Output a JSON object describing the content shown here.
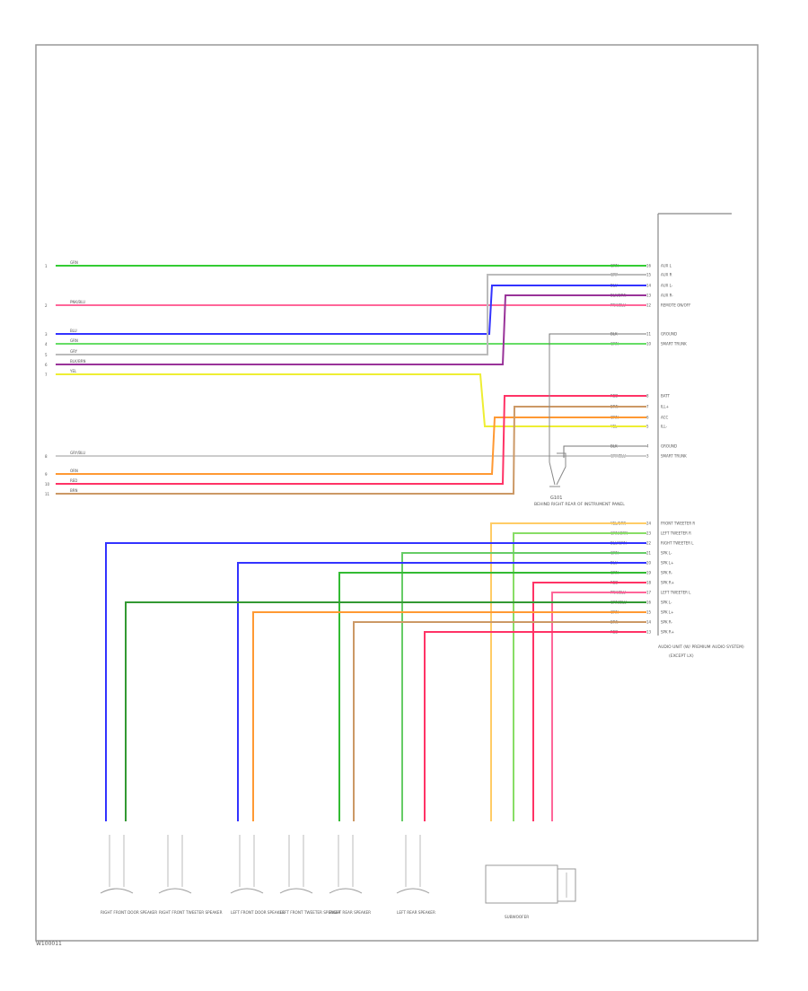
{
  "figure_id": "W100011",
  "left_wires": [
    {
      "pin": "1",
      "label": "GRN",
      "color": "#33cc33"
    },
    {
      "pin": "2",
      "label": "PNK/BLU",
      "color": "#ff6699"
    },
    {
      "pin": "3",
      "label": "BLU",
      "color": "#3333ff"
    },
    {
      "pin": "4",
      "label": "GRN",
      "color": "#66dd66"
    },
    {
      "pin": "5",
      "label": "GRY",
      "color": "#bbbbbb"
    },
    {
      "pin": "6",
      "label": "BLK/BRN",
      "color": "#993399"
    },
    {
      "pin": "7",
      "label": "YEL",
      "color": "#eeee33"
    },
    {
      "pin": "8",
      "label": "GRY/BLU",
      "color": "#cccccc"
    },
    {
      "pin": "9",
      "label": "ORN",
      "color": "#ff9933"
    },
    {
      "pin": "10",
      "label": "RED",
      "color": "#ff3366"
    },
    {
      "pin": "11",
      "label": "BRN",
      "color": "#cc9966"
    }
  ],
  "unit_pins": [
    {
      "wire": "GRN",
      "pin": "16",
      "label": "AUX L"
    },
    {
      "wire": "GRY",
      "pin": "15",
      "label": "AUX R"
    },
    {
      "wire": "BLU",
      "pin": "14",
      "label": "AUX L-"
    },
    {
      "wire": "BLK/BRN",
      "pin": "13",
      "label": "AUX R-"
    },
    {
      "wire": "PNK/BLU",
      "pin": "12",
      "label": "REMOTE ON/OFF"
    },
    {
      "wire": "BLK",
      "pin": "11",
      "label": "GROUND"
    },
    {
      "wire": "GRN",
      "pin": "10",
      "label": "SMART TRUNK"
    },
    {
      "wire": "RED",
      "pin": "8",
      "label": "BATT"
    },
    {
      "wire": "BRN",
      "pin": "7",
      "label": "ILL+"
    },
    {
      "wire": "ORN",
      "pin": "6",
      "label": "ACC"
    },
    {
      "wire": "YEL",
      "pin": "5",
      "label": "ILL-"
    },
    {
      "wire": "BLK",
      "pin": "4",
      "label": "GROUND"
    },
    {
      "wire": "GRY/BLU",
      "pin": "3",
      "label": "SMART TRUNK"
    }
  ],
  "speaker_pins": [
    {
      "wire": "YEL/GRN",
      "pin": "24",
      "label": "FRONT TWEETER R"
    },
    {
      "wire": "GRN/ORN",
      "pin": "23",
      "label": "LEFT TWEETER R"
    },
    {
      "wire": "BLU/GRN",
      "pin": "22",
      "label": "RIGHT TWEETER L"
    },
    {
      "wire": "GRN",
      "pin": "21",
      "label": "SPK L-"
    },
    {
      "wire": "BLU",
      "pin": "20",
      "label": "SPK L+"
    },
    {
      "wire": "GRN",
      "pin": "19",
      "label": "SPK R-"
    },
    {
      "wire": "RED",
      "pin": "18",
      "label": "SPK R+"
    },
    {
      "wire": "PNK/BLU",
      "pin": "17",
      "label": "LEFT TWEETER L"
    },
    {
      "wire": "GRN/BLU",
      "pin": "16",
      "label": "SPK L-"
    },
    {
      "wire": "ORN",
      "pin": "15",
      "label": "SPK L+"
    },
    {
      "wire": "BRN",
      "pin": "14",
      "label": "SPK R-"
    },
    {
      "wire": "RED",
      "pin": "13",
      "label": "SPK R+"
    }
  ],
  "ground": {
    "label": "G101",
    "sub": "BEHIND RIGHT REAR\nOF INSTRUMENT PANEL"
  },
  "unit_label": "AUDIO UNIT (W/ PREMIUM AUDIO SYSTEM)",
  "unit_sub": "(EXCEPT LX)",
  "speakers": [
    {
      "label": "RIGHT FRONT DOOR SPEAKER"
    },
    {
      "label": "RIGHT FRONT TWEETER SPEAKER"
    },
    {
      "label": "LEFT FRONT DOOR SPEAKER"
    },
    {
      "label": "LEFT FRONT TWEETER SPEAKER"
    },
    {
      "label": "RIGHT REAR SPEAKER"
    },
    {
      "label": "LEFT REAR SPEAKER"
    },
    {
      "label": "SUBWOOFER"
    }
  ]
}
